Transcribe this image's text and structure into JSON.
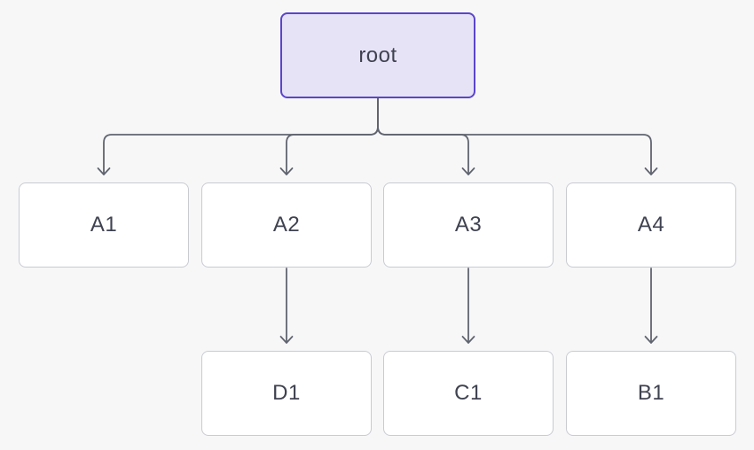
{
  "diagram": {
    "nodes": [
      {
        "id": "root",
        "label": "root",
        "kind": "root"
      },
      {
        "id": "A1",
        "label": "A1",
        "kind": "child"
      },
      {
        "id": "A2",
        "label": "A2",
        "kind": "child"
      },
      {
        "id": "A3",
        "label": "A3",
        "kind": "child"
      },
      {
        "id": "A4",
        "label": "A4",
        "kind": "child"
      },
      {
        "id": "D1",
        "label": "D1",
        "kind": "child"
      },
      {
        "id": "C1",
        "label": "C1",
        "kind": "child"
      },
      {
        "id": "B1",
        "label": "B1",
        "kind": "child"
      }
    ],
    "edges": [
      {
        "from": "root",
        "to": "A1",
        "arrow": "down-arrow"
      },
      {
        "from": "root",
        "to": "A2",
        "arrow": "down-arrow"
      },
      {
        "from": "root",
        "to": "A3",
        "arrow": "down-arrow"
      },
      {
        "from": "root",
        "to": "A4",
        "arrow": "down-arrow"
      },
      {
        "from": "A2",
        "to": "D1",
        "arrow": "down-arrow"
      },
      {
        "from": "A3",
        "to": "C1",
        "arrow": "down-arrow"
      },
      {
        "from": "A4",
        "to": "B1",
        "arrow": "down-arrow"
      }
    ],
    "colors": {
      "background": "#f7f7f8",
      "edge": "#60646f",
      "node_fill": "#ffffff",
      "node_border": "#c9cbd1",
      "root_fill": "#e7e3f7",
      "root_border": "#5b45cc",
      "text": "#3f4250"
    }
  }
}
